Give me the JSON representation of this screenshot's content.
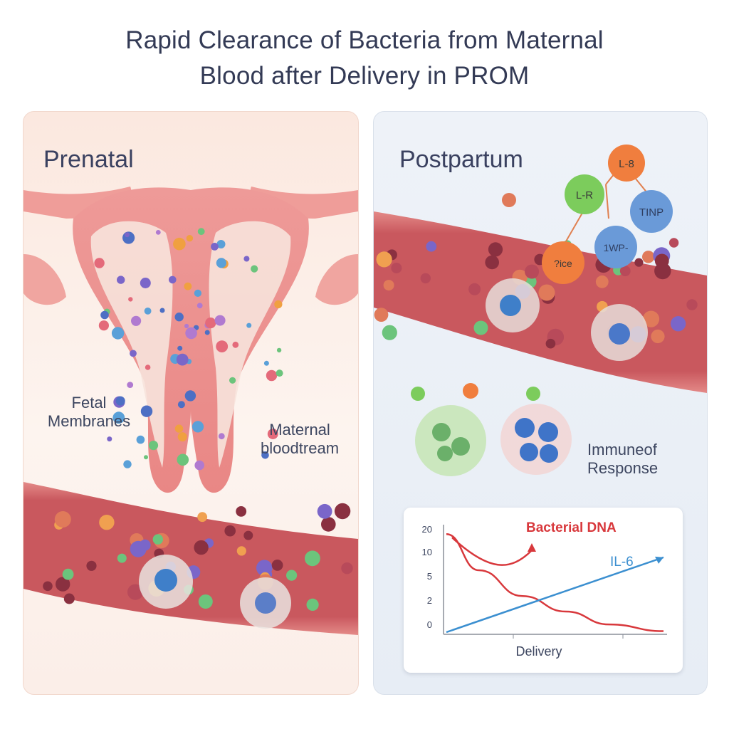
{
  "title": {
    "line1": "Rapid Clearance of Bacteria from Maternal",
    "line2": "Blood after Delivery in PROM"
  },
  "prenatal": {
    "heading": "Prenatal",
    "fetal_label_1": "Fetal",
    "fetal_label_2": "Membranes",
    "blood_label_1": "Maternal",
    "blood_label_2": "bloodtream"
  },
  "postpartum": {
    "heading": "Postpartum",
    "cytokines": [
      "L-8",
      "L-R",
      "TINP",
      "1WP-",
      "?ice"
    ],
    "immune_label_1": "Immuneof",
    "immune_label_2": "Response"
  },
  "colors": {
    "bacterial": "#d8383c",
    "il6": "#3b8fd0",
    "vessel": "#c9585e"
  },
  "chart_data": {
    "type": "line",
    "yticks": [
      "20",
      "10",
      "5",
      "2",
      "0"
    ],
    "xlabel": "Delivery",
    "series": [
      {
        "name": "Bacterial DNA",
        "color": "#d8383c",
        "points": [
          [
            0,
            19
          ],
          [
            0.15,
            12
          ],
          [
            0.35,
            7
          ],
          [
            0.55,
            4
          ],
          [
            0.75,
            1.5
          ],
          [
            1,
            0.2
          ]
        ]
      },
      {
        "name": "IL-6",
        "color": "#3b8fd0",
        "points": [
          [
            0,
            0
          ],
          [
            1,
            14.5
          ]
        ]
      }
    ],
    "ylim": [
      0,
      20
    ]
  }
}
